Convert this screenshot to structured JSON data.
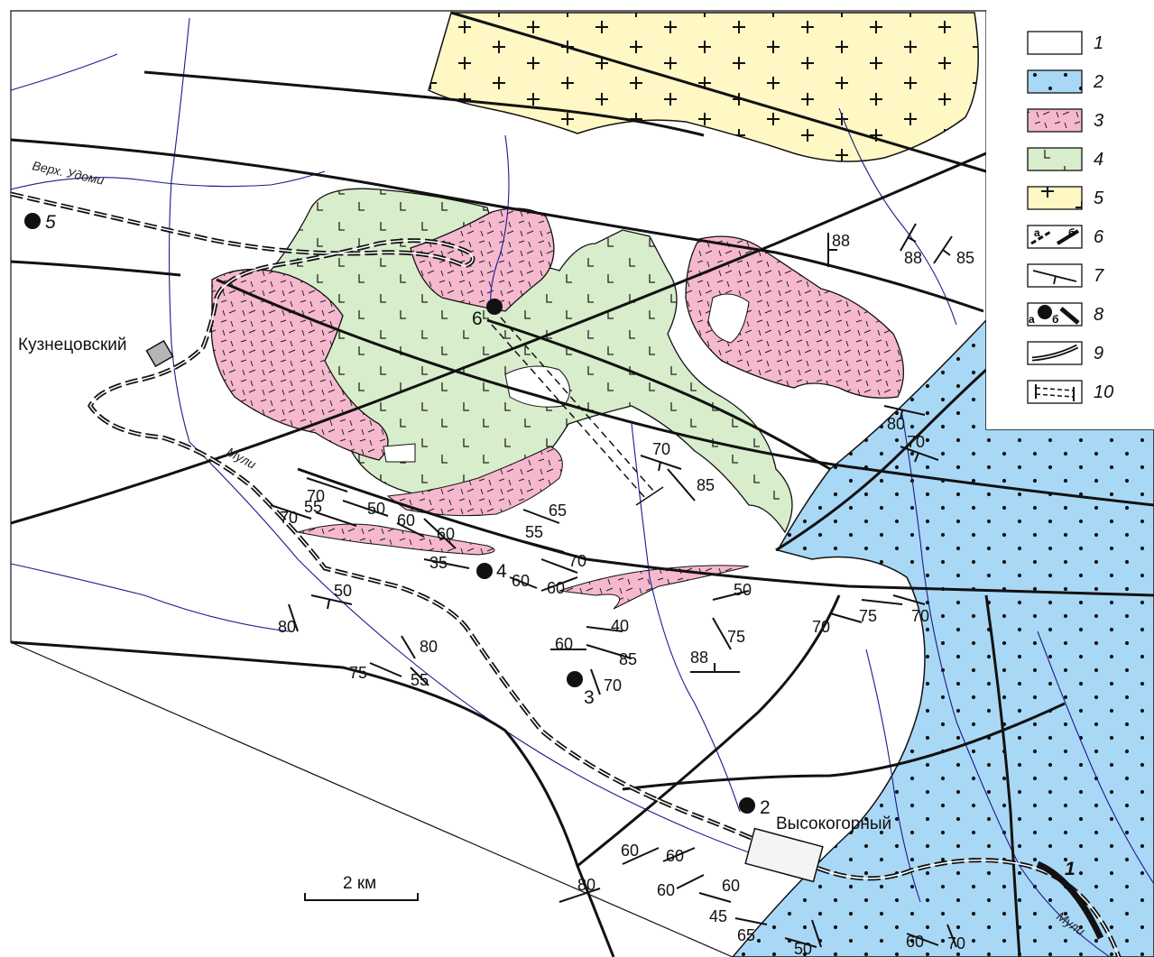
{
  "colors": {
    "granite": "#FFF8C4",
    "sediment": "#A9D8F6",
    "rhyolite": "#F5B8CF",
    "basalt": "#D8EDCB",
    "river": "#1a1a8c",
    "fault": "#111111"
  },
  "places": {
    "kuznetsovsky": "Кузнецовский",
    "vysokogorny": "Высокогорный"
  },
  "rivers": {
    "upper_udomi": "Верх. Удоми",
    "muli_west": "Мули",
    "muli_east": "Мули"
  },
  "deposits": [
    {
      "label": "5"
    },
    {
      "label": "6"
    },
    {
      "label": "4"
    },
    {
      "label": "3"
    },
    {
      "label": "2"
    }
  ],
  "railway_marker": "1",
  "dips": [
    "88",
    "88",
    "85",
    "80",
    "70",
    "70",
    "85",
    "55",
    "70",
    "70",
    "50",
    "60",
    "60",
    "65",
    "55",
    "70",
    "35",
    "60",
    "60",
    "50",
    "80",
    "40",
    "60",
    "85",
    "70",
    "50",
    "75",
    "88",
    "70",
    "75",
    "70",
    "80",
    "75",
    "55",
    "60",
    "60",
    "60",
    "60",
    "45",
    "65",
    "80",
    "50",
    "60",
    "70"
  ],
  "legend": {
    "items": [
      {
        "num": "1",
        "kind": "white"
      },
      {
        "num": "2",
        "kind": "sediment"
      },
      {
        "num": "3",
        "kind": "rhyolite"
      },
      {
        "num": "4",
        "kind": "basalt"
      },
      {
        "num": "5",
        "kind": "granite"
      },
      {
        "num": "6",
        "kind": "fault",
        "a": "а",
        "b": "б"
      },
      {
        "num": "7",
        "kind": "strike"
      },
      {
        "num": "8",
        "kind": "deposit",
        "a": "а",
        "b": "б"
      },
      {
        "num": "9",
        "kind": "railway"
      },
      {
        "num": "10",
        "kind": "adit"
      }
    ]
  },
  "scale": {
    "label": "2 км"
  }
}
